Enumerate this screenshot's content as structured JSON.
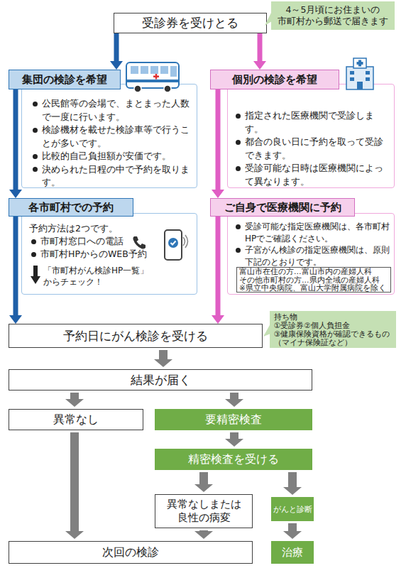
{
  "diagram": {
    "nodes": [
      {
        "text": [
          "受診券を受けとる"
        ]
      },
      {
        "text": [
          "4～5月頃にお住まいの 市町村から郵送で届きます"
        ]
      },
      {
        "text": [
          "集団の検診を希望"
        ]
      },
      {
        "text": [
          "公民館等の会場で、まとまった人数で一度に行います。",
          "検診機材を載せた検診車等で行うことが多いです。",
          "比較的自己負担額が安価です。",
          "決められた日程の中で予約を取ります。"
        ]
      },
      {
        "text": [
          "個別の検診を希望"
        ]
      },
      {
        "text": [
          "指定された医療機関で受診します。",
          "都合の良い日に予約を取って受診できます。",
          "受診可能な日時は医療機関によって異なります。"
        ]
      },
      {
        "text": [
          "各市町村での予約"
        ]
      },
      {
        "text": [
          "予約方法は2つです。",
          "市町村窓口への電話",
          "市町村HPからのWEB予約",
          "「市町村がん検診HP一覧」 からチェック！"
        ]
      },
      {
        "text": [
          "ご自身で医療機関に予約"
        ]
      },
      {
        "text": [
          "受診可能な指定医療機関は、各市町村HPでご確認ください。",
          "子宮がん検診の指定医療機関は、原則下記のとおりです。"
        ]
      },
      {
        "text": [
          "富山市在住の方…富山市内の産婦人科",
          "その他市町村の方…県内全域の産婦人科",
          "※県立中央病院、富山大学附属病院を除く"
        ],
        "in": 9
      },
      {
        "text": [
          "予約日にがん検診を受ける"
        ]
      },
      {
        "text": [
          "持ち物",
          "①受診券②個人負担金",
          "③健康保険資格が確認できるもの （マイナ保険証など）"
        ]
      },
      {
        "text": [
          "結果が届く"
        ]
      },
      {
        "text": [
          "異常なし"
        ]
      },
      {
        "text": [
          "要精密検査"
        ]
      },
      {
        "text": [
          "精密検査を受ける"
        ]
      },
      {
        "text": [
          "異常なしまたは 良性の病変"
        ]
      },
      {
        "text": [
          "がんと診断"
        ]
      },
      {
        "text": [
          "次回の検診"
        ]
      },
      {
        "text": [
          "治療"
        ]
      }
    ],
    "edges": [
      {
        "from": 0,
        "to": 2,
        "arrow": "to"
      },
      {
        "from": 0,
        "to": 4,
        "arrow": "to"
      },
      {
        "from": 2,
        "to": 6,
        "arrow": "to"
      },
      {
        "from": 4,
        "to": 8,
        "arrow": "to"
      },
      {
        "from": 6,
        "to": 11,
        "arrow": "to"
      },
      {
        "from": 8,
        "to": 11,
        "arrow": "to"
      },
      {
        "from": 11,
        "to": 13,
        "arrow": "to"
      },
      {
        "from": 13,
        "to": 14,
        "arrow": "to"
      },
      {
        "from": 13,
        "to": 15,
        "arrow": "to"
      },
      {
        "from": 14,
        "to": 19,
        "arrow": "to"
      },
      {
        "from": 15,
        "to": 16,
        "arrow": "to"
      },
      {
        "from": 16,
        "to": 17,
        "arrow": "to"
      },
      {
        "from": 16,
        "to": 18,
        "arrow": "to"
      },
      {
        "from": 17,
        "to": 19,
        "arrow": "to"
      },
      {
        "from": 18,
        "to": 20,
        "arrow": "to"
      }
    ]
  }
}
